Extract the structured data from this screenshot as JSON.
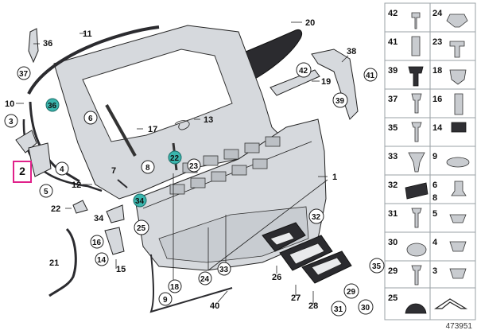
{
  "diagram": {
    "highlighted_label": "2",
    "footer_id": "473951",
    "labels": {
      "l1": "1",
      "l3": "3",
      "l4": "4",
      "l5": "5",
      "l6": "6",
      "l7": "7",
      "l8": "8",
      "l10": "10",
      "l11": "11",
      "l12": "12",
      "l13": "13",
      "l14": "14",
      "l15": "15",
      "l16": "16",
      "l17": "17",
      "l18": "18",
      "l19": "19",
      "l20": "20",
      "l21": "21",
      "l22": "22",
      "l22t": "22",
      "l23": "23",
      "l24": "24",
      "l25": "25",
      "l26": "26",
      "l27": "27",
      "l28": "28",
      "l29": "29",
      "l30": "30",
      "l31": "31",
      "l32": "32",
      "l33": "33",
      "l34t": "34",
      "l35": "35",
      "l36": "36",
      "l36t": "36",
      "l37": "37",
      "l38": "38",
      "l39": "39",
      "l40": "40",
      "l41": "41",
      "l42": "42",
      "l9": "9"
    },
    "legend_cells": [
      {
        "label": "42"
      },
      {
        "label": "24"
      },
      {
        "label": "41"
      },
      {
        "label": "23"
      },
      {
        "label": "39"
      },
      {
        "label": "18"
      },
      {
        "label": "37"
      },
      {
        "label": "16"
      },
      {
        "label": "35"
      },
      {
        "label": "14"
      },
      {
        "label": "33"
      },
      {
        "label": "9"
      },
      {
        "label": "32"
      },
      {
        "label": "6"
      },
      {
        "label": "8"
      },
      {
        "label": "31"
      },
      {
        "label": "5"
      },
      {
        "label": "30"
      },
      {
        "label": "4"
      },
      {
        "label": "29"
      },
      {
        "label": "3"
      },
      {
        "label": "25"
      }
    ]
  }
}
